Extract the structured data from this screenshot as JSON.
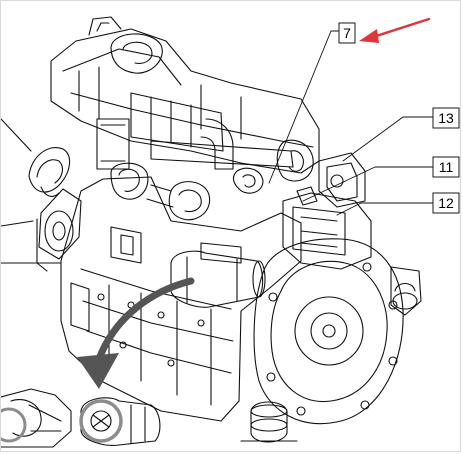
{
  "callouts": [
    {
      "label": "7"
    },
    {
      "label": "13"
    },
    {
      "label": "11"
    },
    {
      "label": "12"
    }
  ],
  "colors": {
    "line": "#111111",
    "callout_border": "#1a1a1a",
    "callout_bg": "#ffffff",
    "annotation_arrow": "#e0353b",
    "part_highlight": "#8c8c8c",
    "direction_arrow": "#555555"
  },
  "icons": [
    "red-arrow-icon",
    "direction-arrow-icon"
  ]
}
